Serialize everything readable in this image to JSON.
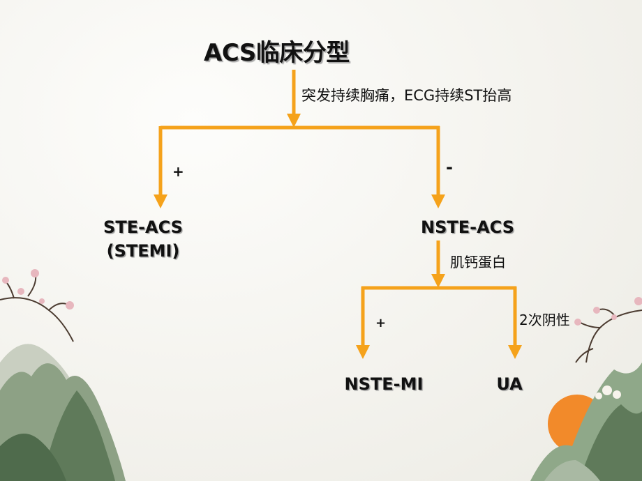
{
  "diagram": {
    "title": "ACS临床分型",
    "condition_label": "突发持续胸痛，ECG持续ST抬高",
    "positive_sign": "+",
    "negative_sign": "-",
    "stemi_line1": "STE-ACS",
    "stemi_line2": "(STEMI)",
    "nste_acs": "NSTE-ACS",
    "troponin_label": "肌钙蛋白",
    "troponin_positive": "+",
    "twice_negative_label": "2次阴性",
    "nste_mi": "NSTE-MI",
    "ua": "UA"
  },
  "colors": {
    "arrow": "#f5a21b",
    "sun": "#f28a2a",
    "mountain": "#6f8a6b",
    "blossom": "#e7b7be"
  }
}
